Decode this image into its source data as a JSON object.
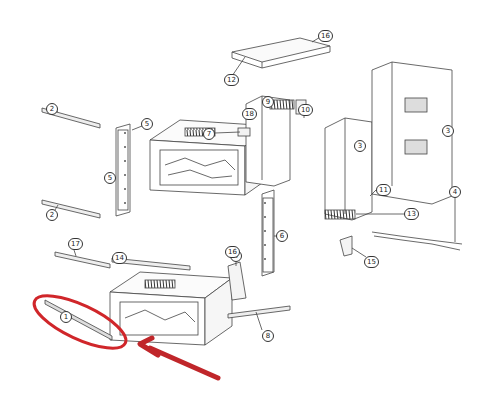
{
  "diagram": {
    "labels": [
      "16",
      "12",
      "9",
      "10",
      "18",
      "2",
      "5",
      "5",
      "7",
      "3",
      "3",
      "2",
      "11",
      "4",
      "13",
      "15",
      "6",
      "4",
      "17",
      "14",
      "16",
      "1",
      "8"
    ]
  }
}
